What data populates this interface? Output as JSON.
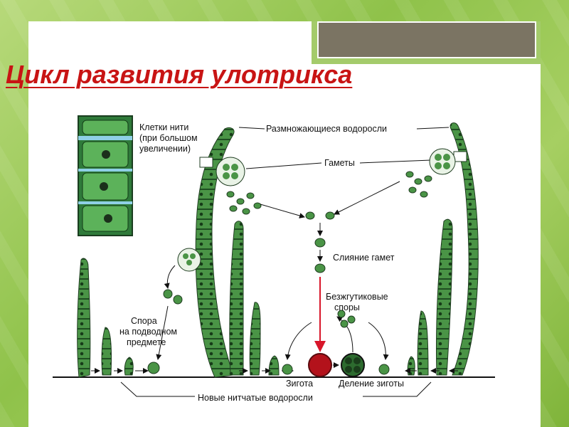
{
  "slide": {
    "title": "Цикл развития улотрикса"
  },
  "diagram": {
    "labels": {
      "cells": [
        "Клетки нити",
        "(при большом",
        "увеличении)"
      ],
      "reproducing": "Размножающиеся водоросли",
      "gametes": "Гаметы",
      "fusion": "Слияние гамет",
      "spores": [
        "Безжгутиковые",
        "споры"
      ],
      "spore": [
        "Спора",
        "на подводном",
        "предмете"
      ],
      "zygote": "Зигота",
      "division": "Деление зиготы",
      "new_algae": "Новые нитчатые водоросли"
    },
    "colors": {
      "title": "#c81414",
      "algae_fill": "#3f8a3c",
      "algae_dark": "#1f4e22",
      "zygote": "#b3121b",
      "arrow_red": "#d8162a",
      "slide_frame": "#a4cb6b"
    }
  }
}
